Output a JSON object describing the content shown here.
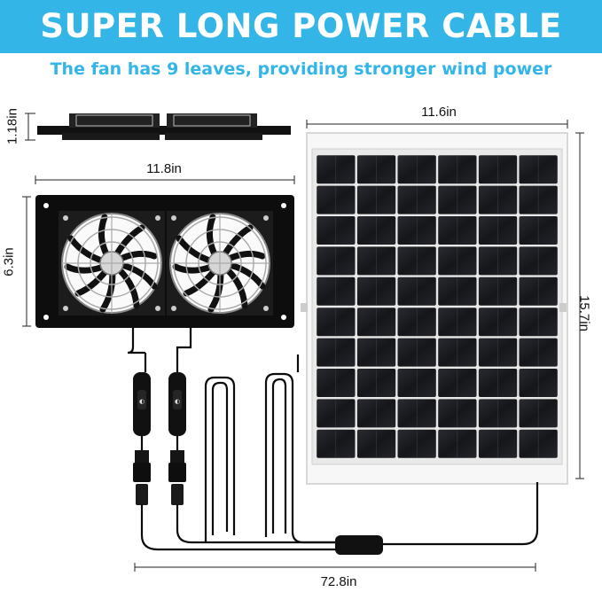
{
  "banner": {
    "title": "SUPER LONG POWER CABLE"
  },
  "subtitle": "The fan has 9 leaves, providing stronger wind power",
  "dimensions": {
    "fan_depth": "1.18in",
    "fan_width": "11.8in",
    "fan_height": "6.3in",
    "panel_width": "11.6in",
    "panel_height": "15.7in",
    "cable_length": "72.8in"
  },
  "colors": {
    "accent": "#33b5e8",
    "panel_cell": "#1b1c21",
    "fan_body": "#0d0d0d"
  }
}
